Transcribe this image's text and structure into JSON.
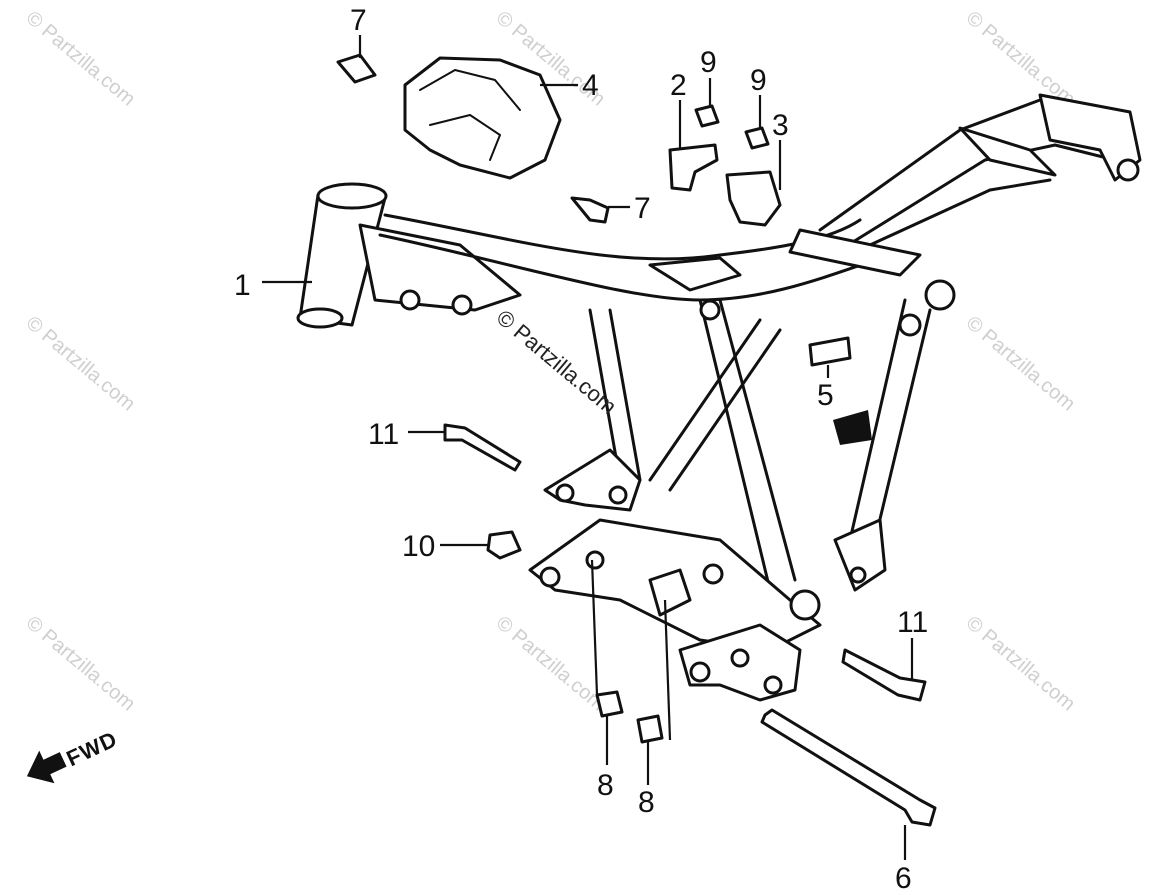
{
  "diagram": {
    "watermark_text": "© Partzilla.com",
    "center_watermark_text": "© Partzilla.com",
    "direction_label": "FWD",
    "callouts": [
      {
        "id": "c1",
        "label": "1"
      },
      {
        "id": "c2",
        "label": "2"
      },
      {
        "id": "c3",
        "label": "3"
      },
      {
        "id": "c4",
        "label": "4"
      },
      {
        "id": "c5",
        "label": "5"
      },
      {
        "id": "c6",
        "label": "6"
      },
      {
        "id": "c7a",
        "label": "7"
      },
      {
        "id": "c7b",
        "label": "7"
      },
      {
        "id": "c8a",
        "label": "8"
      },
      {
        "id": "c8b",
        "label": "8"
      },
      {
        "id": "c9a",
        "label": "9"
      },
      {
        "id": "c9b",
        "label": "9"
      },
      {
        "id": "c10",
        "label": "10"
      },
      {
        "id": "c11a",
        "label": "11"
      },
      {
        "id": "c11b",
        "label": "11"
      }
    ]
  }
}
